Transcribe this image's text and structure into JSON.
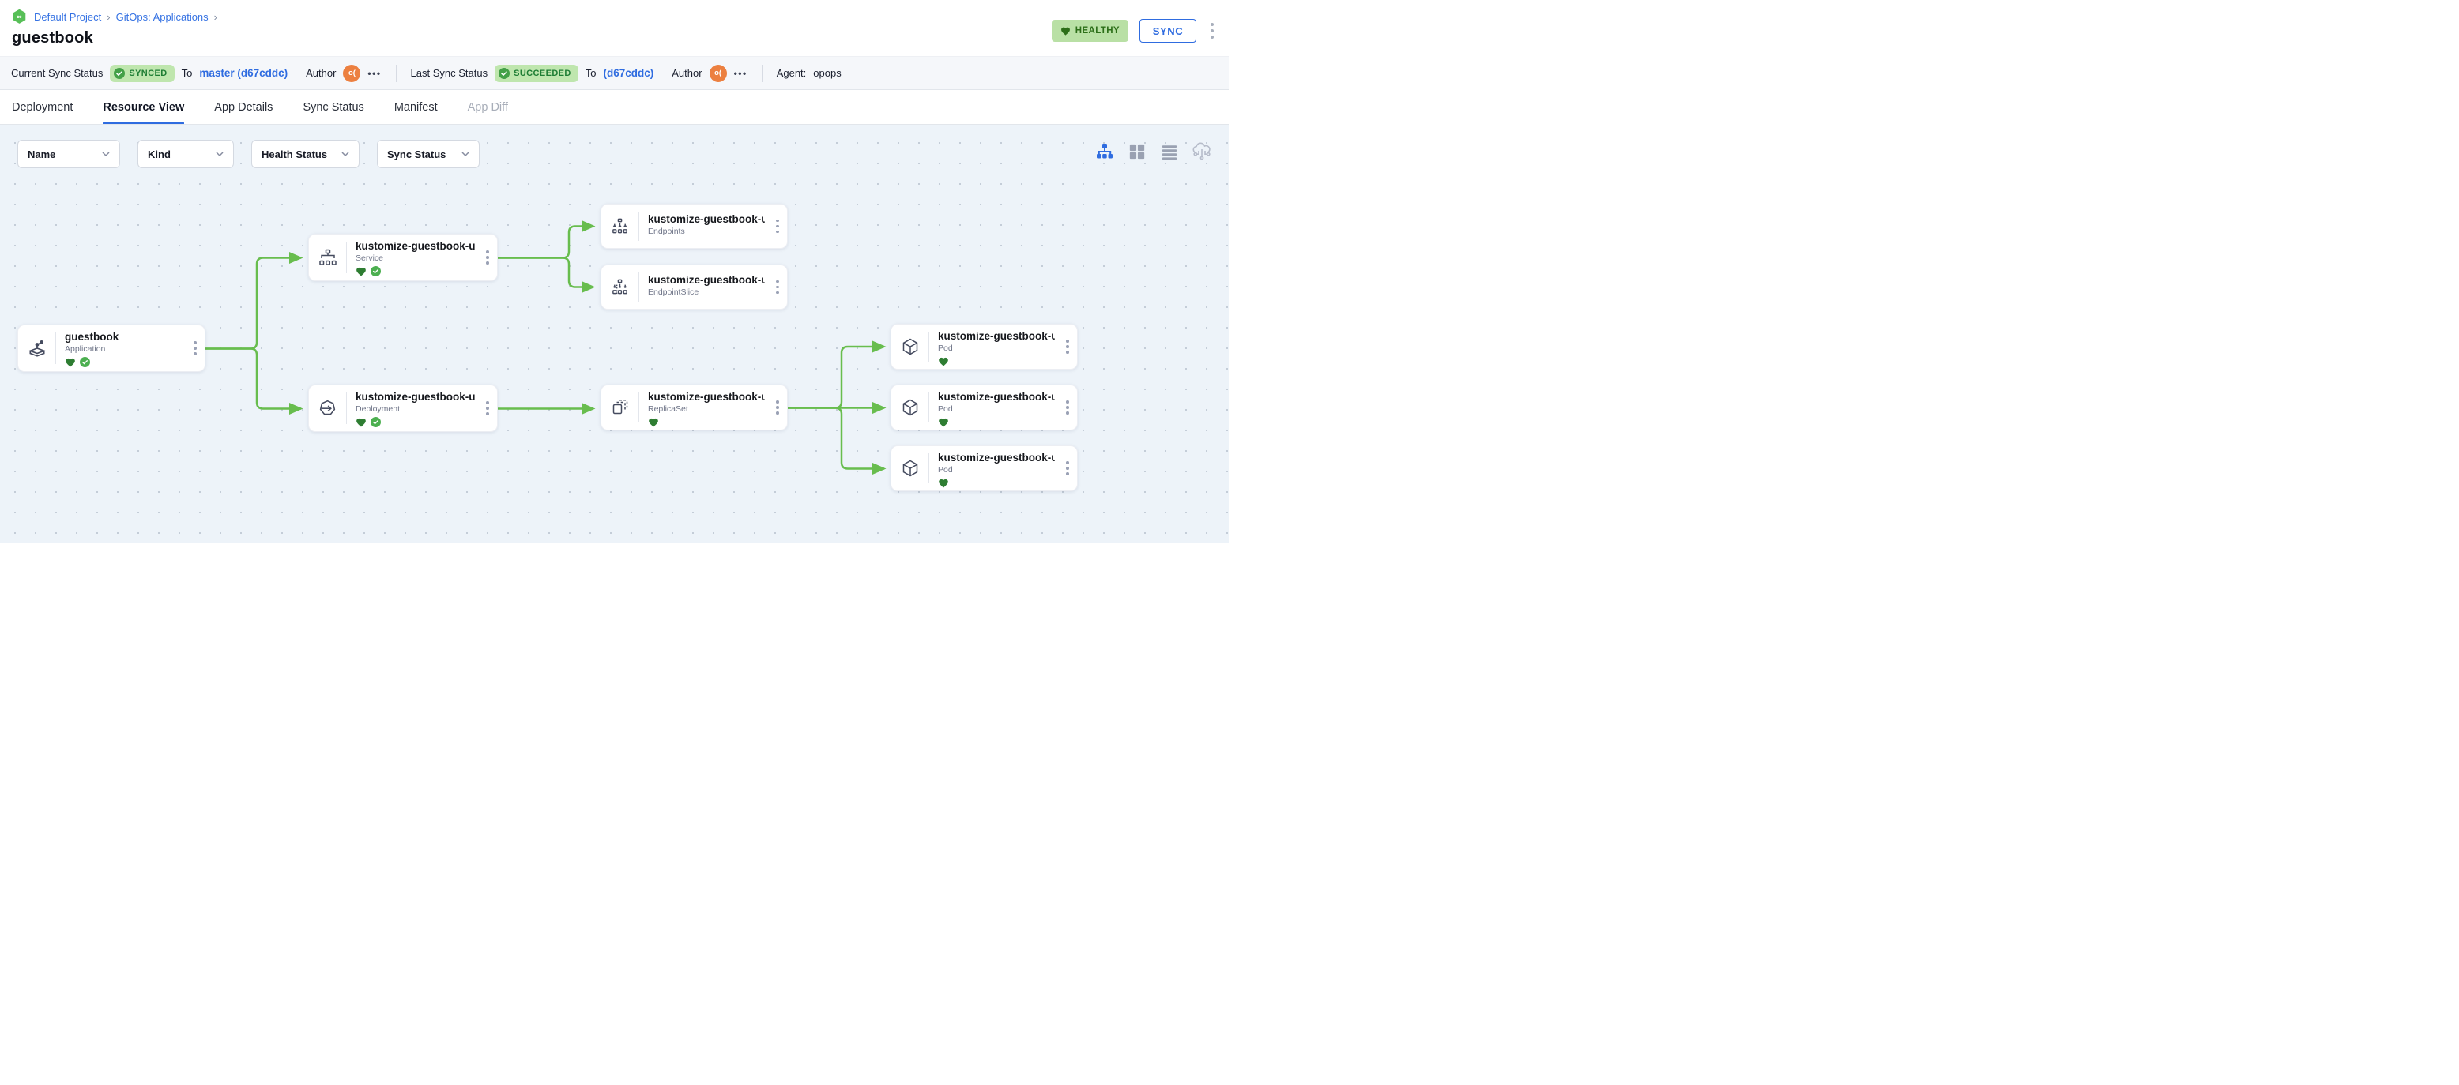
{
  "breadcrumb": {
    "project": "Default Project",
    "section": "GitOps: Applications",
    "separator": "›"
  },
  "page": {
    "title": "guestbook"
  },
  "header": {
    "health_badge": "HEALTHY",
    "sync_button": "SYNC"
  },
  "status_bar": {
    "current": {
      "label": "Current Sync Status",
      "badge": "SYNCED",
      "to_label": "To",
      "target": "master (d67cddc)",
      "author_label": "Author",
      "author_initials": "o(",
      "more": "•••"
    },
    "last": {
      "label": "Last Sync Status",
      "badge": "SUCCEEDED",
      "to_label": "To",
      "target": "(d67cddc)",
      "author_label": "Author",
      "author_initials": "o(",
      "more": "•••"
    },
    "agent_label": "Agent:",
    "agent_value": "opops"
  },
  "tabs": [
    {
      "label": "Deployment"
    },
    {
      "label": "Resource View",
      "active": true
    },
    {
      "label": "App Details"
    },
    {
      "label": "Sync Status"
    },
    {
      "label": "Manifest"
    },
    {
      "label": "App Diff",
      "disabled": true
    }
  ],
  "filters": {
    "name": "Name",
    "kind": "Kind",
    "health": "Health Status",
    "sync": "Sync Status"
  },
  "view_modes": [
    "tree-view",
    "grid-view",
    "list-view",
    "cloud-view"
  ],
  "nodes": [
    {
      "title": "guestbook",
      "kind": "Application",
      "healthy": true,
      "synced": true
    },
    {
      "title": "kustomize-guestbook-ui",
      "kind": "Service",
      "healthy": true,
      "synced": true
    },
    {
      "title": "kustomize-guestbook-ui",
      "kind": "Endpoints"
    },
    {
      "title": "kustomize-guestbook-ui-...",
      "kind": "EndpointSlice"
    },
    {
      "title": "kustomize-guestbook-ui",
      "kind": "Deployment",
      "healthy": true,
      "synced": true
    },
    {
      "title": "kustomize-guestbook-ui-...",
      "kind": "ReplicaSet",
      "healthy": true
    },
    {
      "title": "kustomize-guestbook-ui-...",
      "kind": "Pod",
      "healthy": true
    },
    {
      "title": "kustomize-guestbook-ui-...",
      "kind": "Pod",
      "healthy": true
    },
    {
      "title": "kustomize-guestbook-ui-...",
      "kind": "Pod",
      "healthy": true
    }
  ],
  "colors": {
    "accent_blue": "#2f6ce0",
    "connector_green": "#68bd4e",
    "badge_green_bg": "#bfe6ae",
    "badge_green_text": "#1e7d34",
    "heart_green": "#2e7d32",
    "check_green": "#4caf50",
    "avatar_orange": "#ec8040",
    "canvas_bg": "#edf3f9"
  }
}
